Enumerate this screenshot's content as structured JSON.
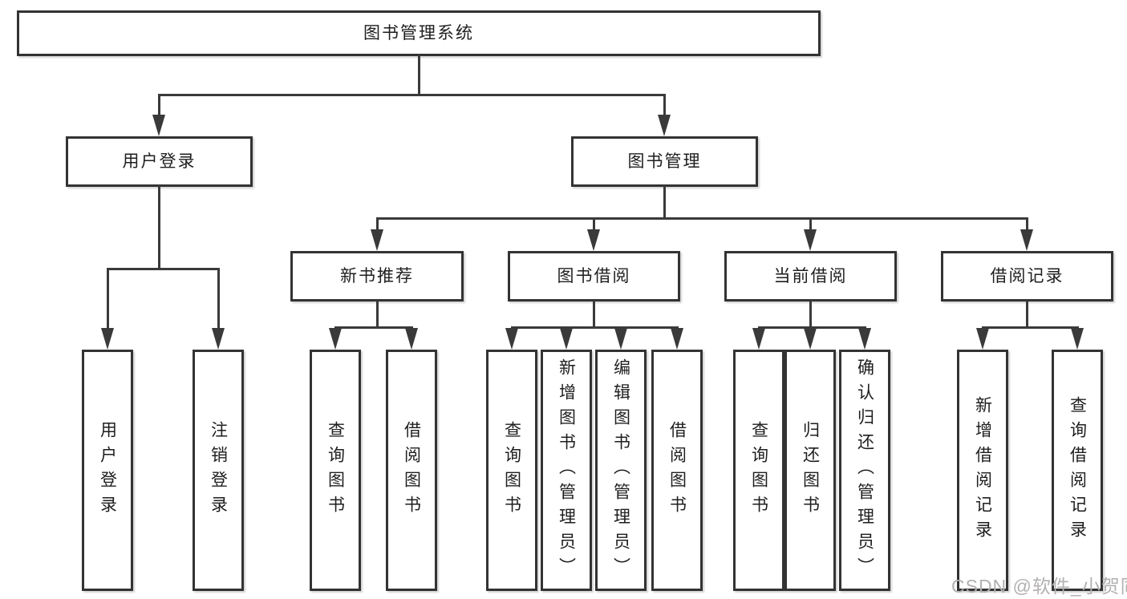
{
  "tree": {
    "label": "图书管理系统",
    "children": [
      {
        "label": "用户登录",
        "children": [
          {
            "label": "用户登录"
          },
          {
            "label": "注销登录"
          }
        ]
      },
      {
        "label": "图书管理",
        "children": [
          {
            "label": "新书推荐",
            "children": [
              {
                "label": "查询图书"
              },
              {
                "label": "借阅图书"
              }
            ]
          },
          {
            "label": "图书借阅",
            "children": [
              {
                "label": "查询图书"
              },
              {
                "label": "新增图书（管理员）"
              },
              {
                "label": "编辑图书（管理员）"
              },
              {
                "label": "借阅图书"
              }
            ]
          },
          {
            "label": "当前借阅",
            "children": [
              {
                "label": "查询图书"
              },
              {
                "label": "归还图书"
              },
              {
                "label": "确认归还（管理员）"
              }
            ]
          },
          {
            "label": "借阅记录",
            "children": [
              {
                "label": "新增借阅记录"
              },
              {
                "label": "查询借阅记录"
              }
            ]
          }
        ]
      }
    ]
  },
  "watermark": {
    "text": "CSDN @软件_小贺同学"
  },
  "colors": {
    "line": "#3a3a3a",
    "border": "#333333",
    "text": "#1e1e1e",
    "watermark": "#b3b0b0",
    "background": "#ffffff"
  }
}
